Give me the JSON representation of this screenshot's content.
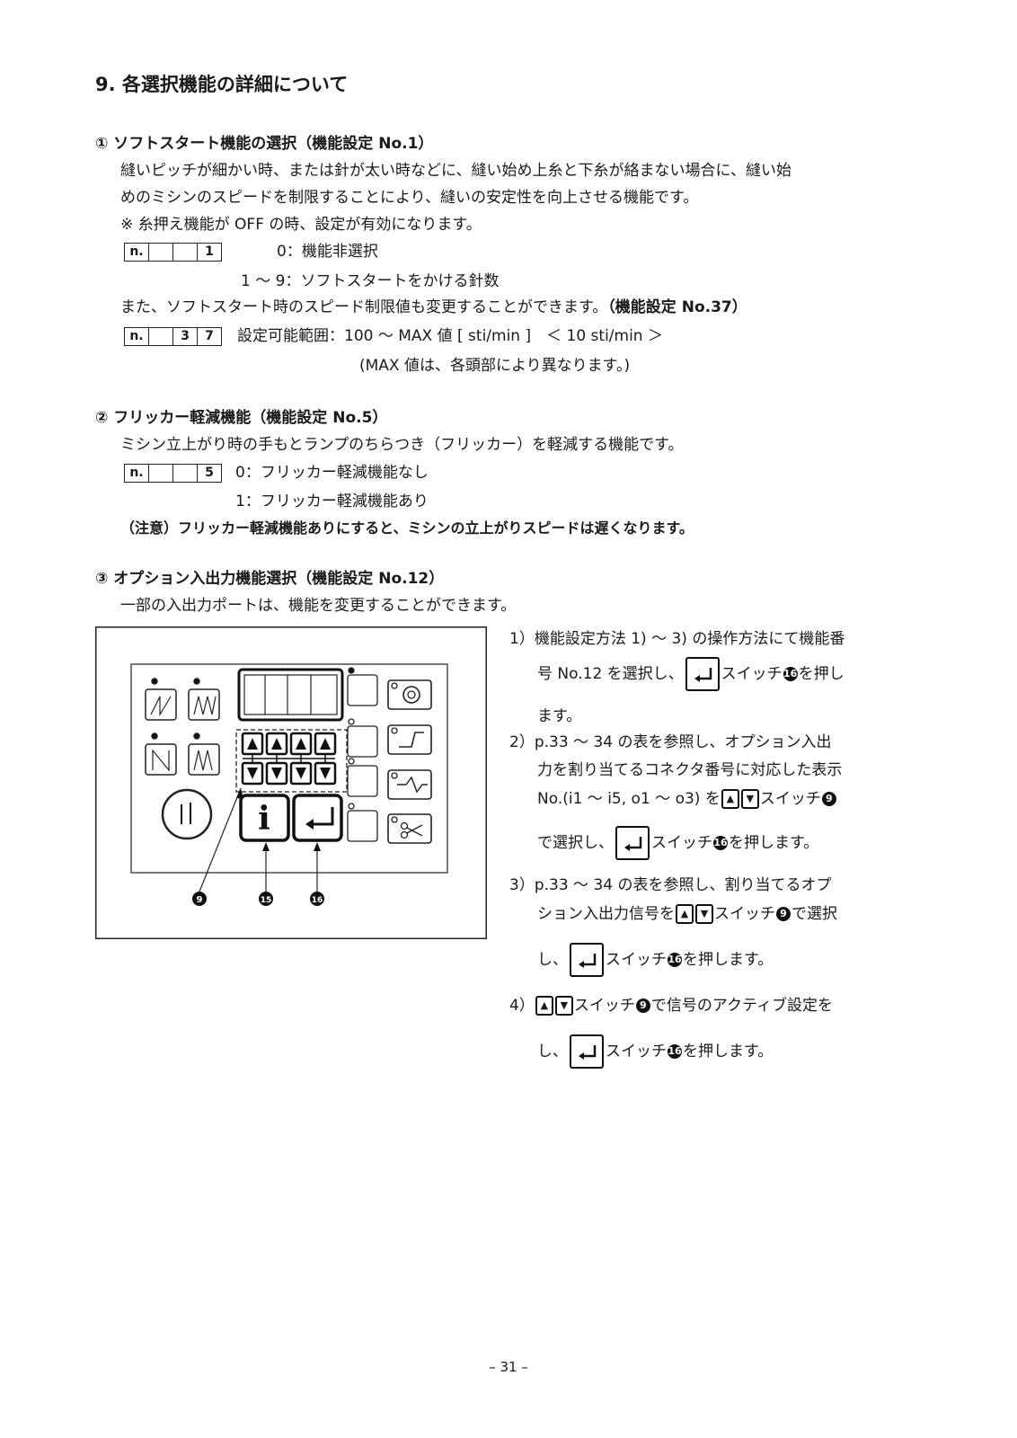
{
  "heading": "9. 各選択機能の詳細について",
  "s1": {
    "title": "① ソフトスタート機能の選択（機能設定 No.1）",
    "body1": "縫いピッチが細かい時、または針が太い時などに、縫い始め上糸と下糸が絡まない場合に、縫い始",
    "body2": "めのミシンのスピードを制限することにより、縫いの安定性を向上させる機能です。",
    "note": "※ 糸押え機能が OFF の時、設定が有効になります。",
    "code1": [
      "n.",
      "",
      "",
      "1"
    ],
    "opt0": "0：機能非選択",
    "opt1": "1 ～ 9：ソフトスタートをかける針数",
    "also": "また、ソフトスタート時のスピード制限値も変更することができます。",
    "also_ref": "（機能設定 No.37）",
    "code2": [
      "n.",
      "",
      "3",
      "7"
    ],
    "range": "設定可能範囲：100 ～ MAX 値 [ sti/min ]　＜ 10 sti/min ＞",
    "range_note": "(MAX 値は、各頭部により異なります。)"
  },
  "s2": {
    "title": "② フリッカー軽減機能（機能設定 No.5）",
    "body": "ミシン立上がり時の手もとランプのちらつき（フリッカー）を軽減する機能です。",
    "code": [
      "n.",
      "",
      "",
      "5"
    ],
    "opt0": "0：フリッカー軽減機能なし",
    "opt1": "1：フリッカー軽減機能あり",
    "caution": "（注意）フリッカー軽減機能ありにすると、ミシンの立上がりスピードは遅くなります。"
  },
  "s3": {
    "title": "③ オプション入出力機能選択（機能設定 No.12）",
    "body": "一部の入出力ポートは、機能を変更することができます。",
    "steps": {
      "n1": "1）",
      "s1a": "機能設定方法 1) ～ 3) の操作方法にて機能番",
      "s1b": "号 No.12 を選択し、",
      "s1c": "スイッチ",
      "s1d": "を押し",
      "s1e": "ます。",
      "n2": "2）",
      "s2a": "p.33 ～ 34 の表を参照し、オプション入出",
      "s2b": "力を割り当てるコネクタ番号に対応した表示",
      "s2c": "No.(i1 ～ i5,  o1 ～ o3) を",
      "s2d": "スイッチ",
      "s2e": "で選択し、",
      "s2f": "スイッチ",
      "s2g": "を押します。",
      "n3": "3）",
      "s3a": "p.33 ～ 34 の表を参照し、割り当てるオプ",
      "s3b": "ション入出力信号を",
      "s3c": "スイッチ",
      "s3d": "で選択",
      "s3e": "し、",
      "s3f": "スイッチ",
      "s3g": "を押します。",
      "n4": "4）",
      "s4a": "スイッチ",
      "s4b": "で信号のアクティブ設定を",
      "s4c": "し、",
      "s4d": "スイッチ",
      "s4e": "を押します。"
    },
    "callouts": {
      "c9": "9",
      "c15": "15",
      "c16": "16"
    }
  },
  "footer": "– 31 –"
}
